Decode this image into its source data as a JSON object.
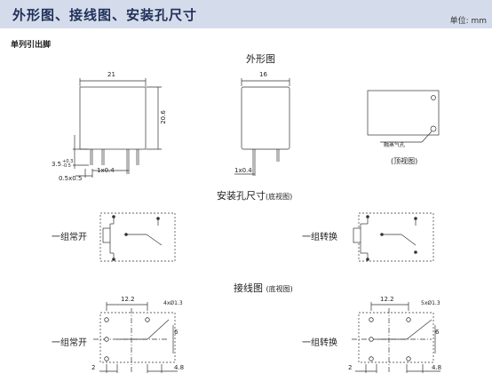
{
  "header": {
    "title": "外形图、接线图、安装孔尺寸",
    "unit": "单位: mm"
  },
  "subtitle": "单列引出脚",
  "sections": {
    "outline": "外形图",
    "mounting": "安装孔尺寸",
    "mounting_note": "(底视图)",
    "wiring": "接线图",
    "wiring_note": "(底视图)"
  },
  "outline_dims": {
    "front_width": "21",
    "front_height": "20.6",
    "pin_len_main": "3.5",
    "pin_len_sup": "+0.3",
    "pin_len_sub": "-0.5",
    "pin_section": "1x0.4",
    "pin_thickness": "0.5x0.5",
    "side_width": "16",
    "side_pin": "1x0.4",
    "vent_label": "融蒸气孔",
    "top_view": "(顶视图)"
  },
  "types": {
    "normal_open": "一组常开",
    "changeover": "一组转换"
  },
  "wiring_dims": {
    "left_spacing": "12.2",
    "left_holes": "4xØ1.3",
    "left_pitch": "6",
    "left_bottom_left": "2",
    "left_bottom_right": "4.8",
    "right_spacing": "12.2",
    "right_holes": "5xØ1.3",
    "right_pitch": "6",
    "right_bottom_left": "2",
    "right_bottom_right": "4.8"
  }
}
